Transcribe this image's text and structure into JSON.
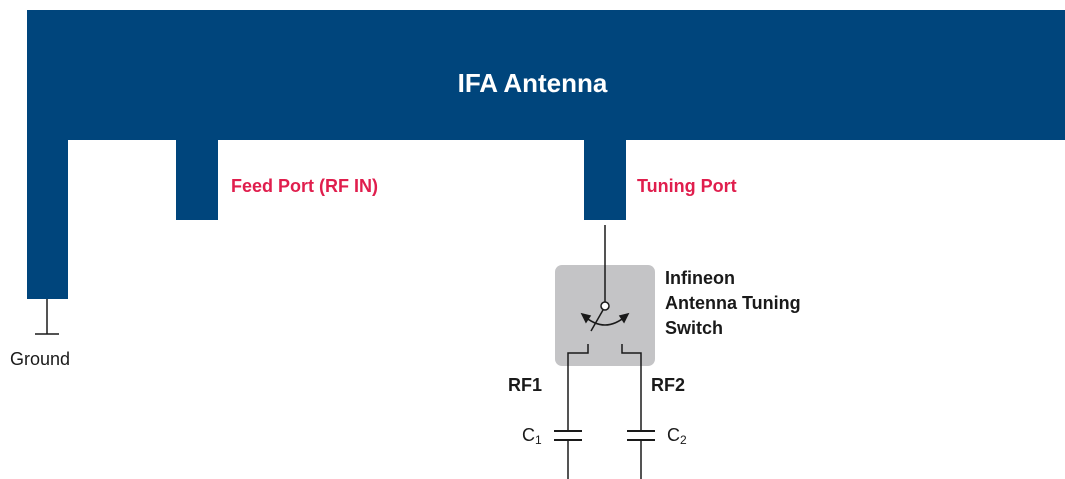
{
  "antenna": {
    "title": "IFA Antenna"
  },
  "ports": {
    "feed": "Feed Port (RF IN)",
    "tuning": "Tuning Port"
  },
  "switch": {
    "line1": "Infineon",
    "line2": "Antenna Tuning",
    "line3": "Switch"
  },
  "outputs": {
    "rf1": "RF1",
    "rf2": "RF2"
  },
  "capacitors": {
    "c1": {
      "symbol": "C",
      "sub": "1"
    },
    "c2": {
      "symbol": "C",
      "sub": "2"
    }
  },
  "ground": {
    "label": "Ground"
  },
  "colors": {
    "antenna": "#00457c",
    "port_label": "#e01e4d",
    "switch_box": "#c4c4c6",
    "wire": "#1a1a1a"
  }
}
